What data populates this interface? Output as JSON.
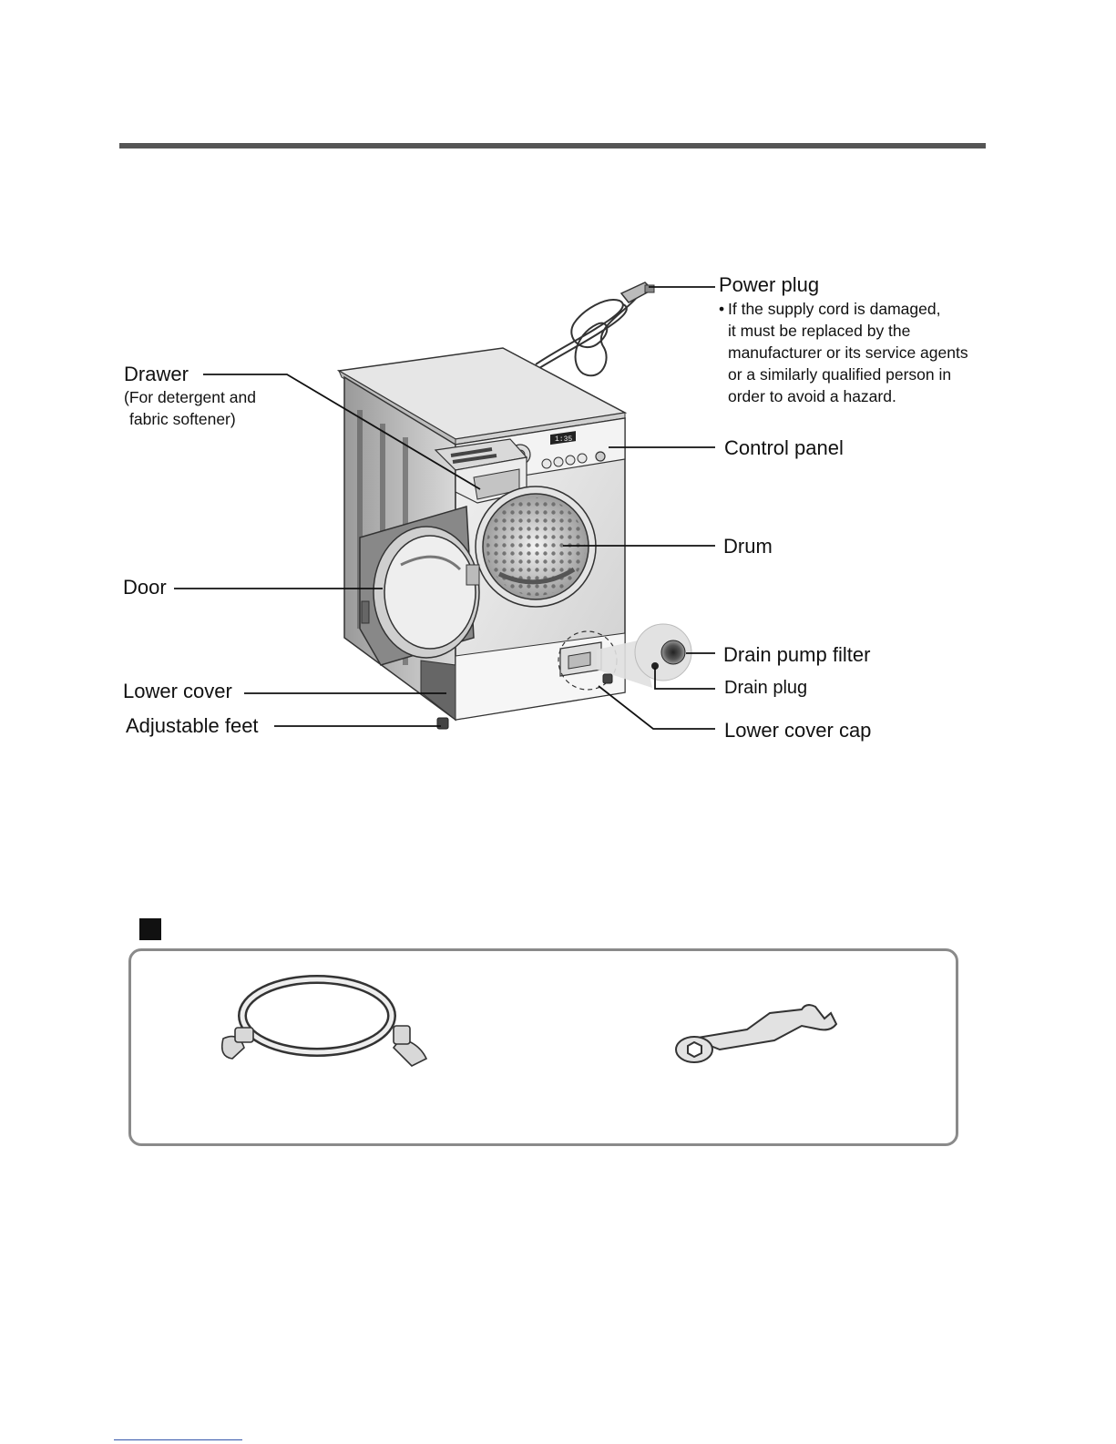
{
  "labels": {
    "power_plug": "Power plug",
    "power_note_bullet": "•",
    "power_note": [
      "If the supply cord is damaged,",
      "it must be replaced by the",
      "manufacturer or its service agents",
      "or a similarly qualified person in",
      "order to avoid a hazard."
    ],
    "drawer": "Drawer",
    "drawer_sub": [
      "(For detergent and",
      "fabric softener)"
    ],
    "control_panel": "Control panel",
    "drum": "Drum",
    "door": "Door",
    "drain_pump_filter": "Drain pump filter",
    "drain_plug": "Drain plug",
    "lower_cover": "Lower cover",
    "lower_cover_cap": "Lower cover cap",
    "adjustable_feet": "Adjustable feet"
  },
  "display_readout": "1:35",
  "colors": {
    "rule": "#555555",
    "box_border": "#8a8a8a",
    "ink": "#111111"
  }
}
